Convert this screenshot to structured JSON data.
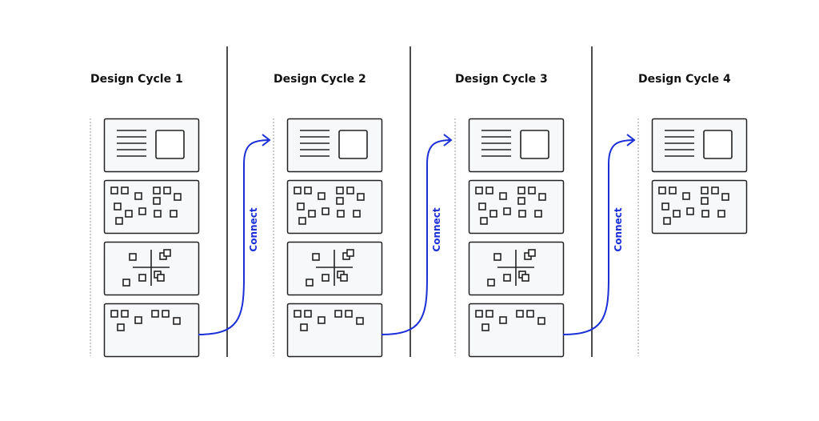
{
  "colors": {
    "accent": "#1a2fd6",
    "card_fill": "#f7f8fa",
    "stroke": "#222222"
  },
  "cycles": [
    {
      "title": "Design Cycle 1",
      "cards": [
        "layout",
        "scatter",
        "quadrant",
        "sparse"
      ]
    },
    {
      "title": "Design Cycle 2",
      "cards": [
        "layout",
        "scatter",
        "quadrant",
        "sparse"
      ]
    },
    {
      "title": "Design Cycle 3",
      "cards": [
        "layout",
        "scatter",
        "quadrant",
        "sparse"
      ]
    },
    {
      "title": "Design Cycle 4",
      "cards": [
        "layout",
        "scatter"
      ]
    }
  ],
  "connectors": [
    {
      "label": "Connect"
    },
    {
      "label": "Connect"
    },
    {
      "label": "Connect"
    }
  ]
}
